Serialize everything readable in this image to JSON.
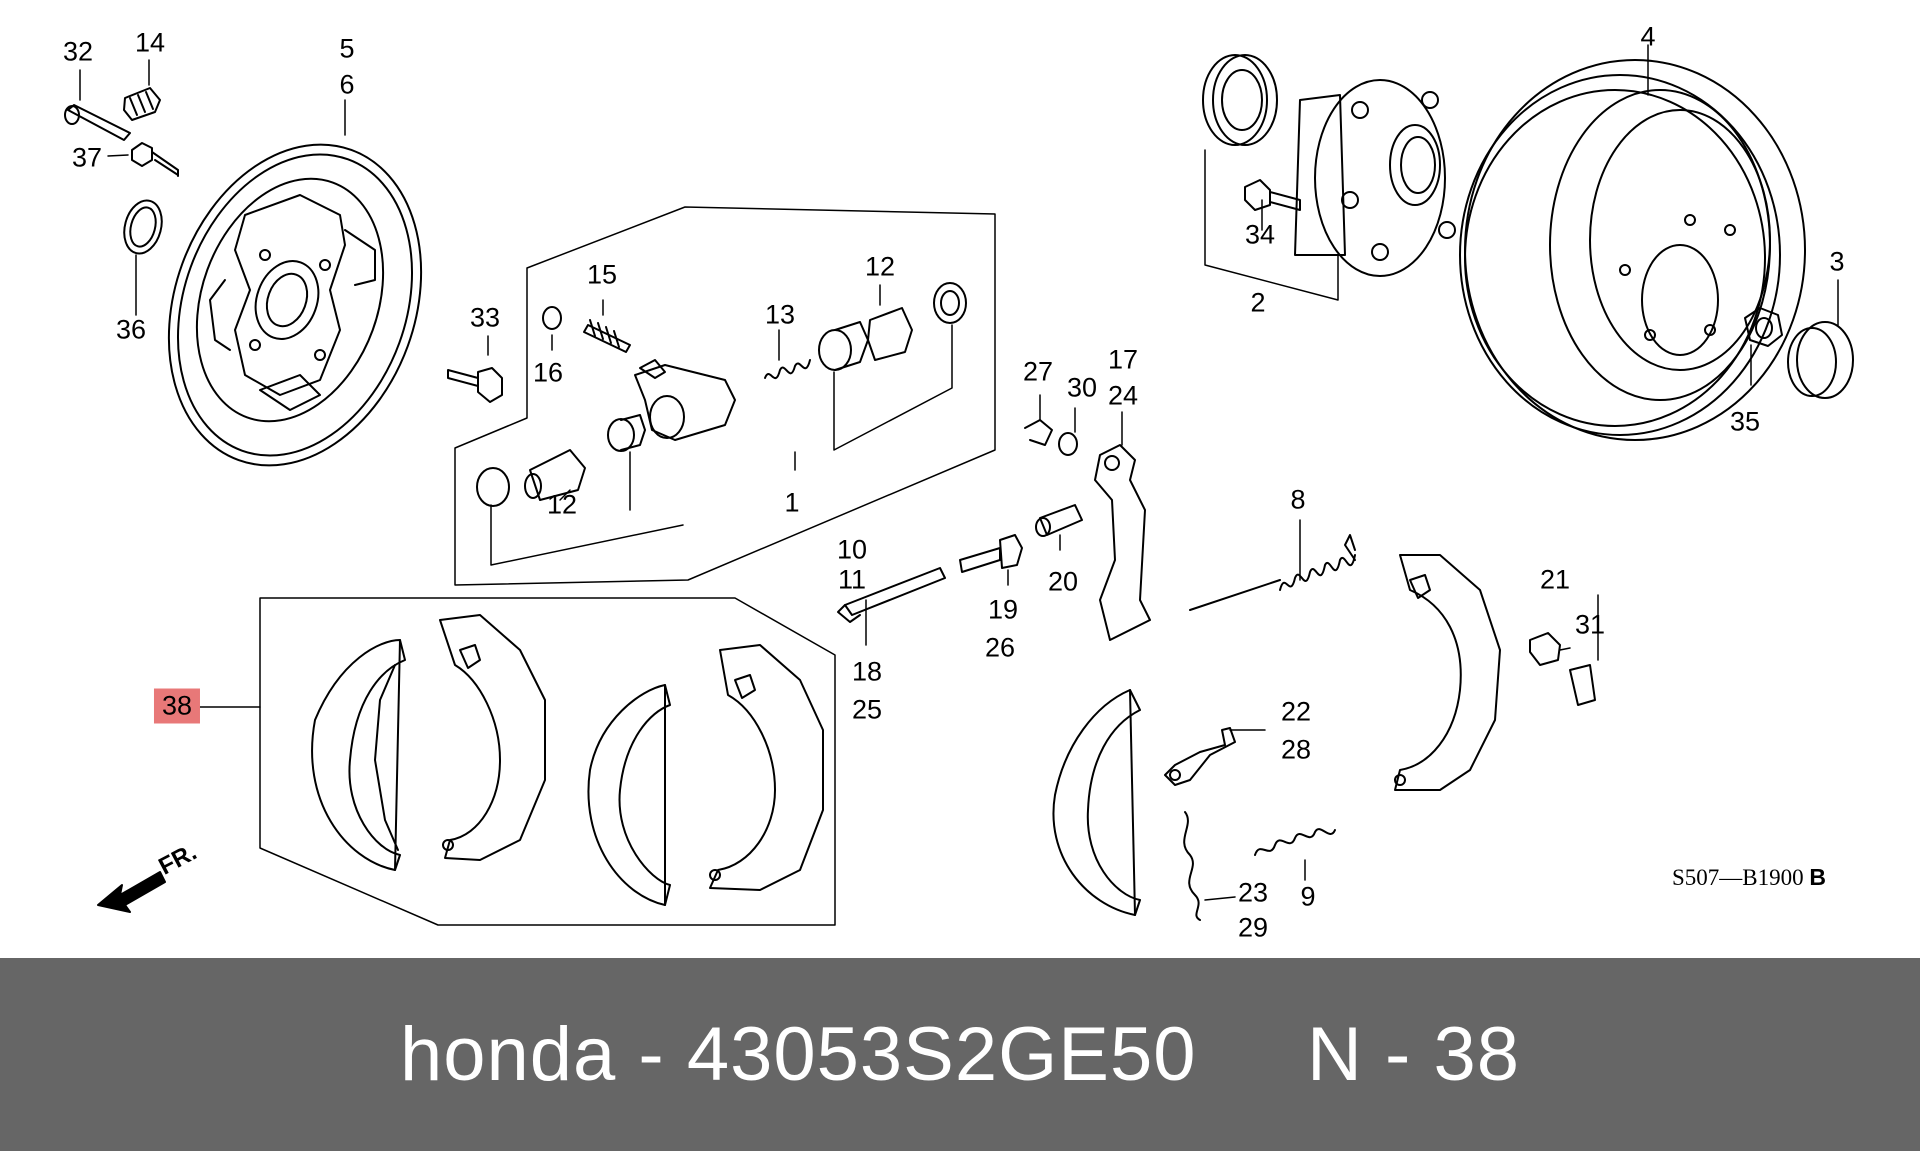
{
  "diagram": {
    "callouts": [
      {
        "id": "c32",
        "label": "32"
      },
      {
        "id": "c14",
        "label": "14"
      },
      {
        "id": "c5",
        "label": "5"
      },
      {
        "id": "c6",
        "label": "6"
      },
      {
        "id": "c37",
        "label": "37"
      },
      {
        "id": "c36",
        "label": "36"
      },
      {
        "id": "c15",
        "label": "15"
      },
      {
        "id": "c12a",
        "label": "12"
      },
      {
        "id": "c33",
        "label": "33"
      },
      {
        "id": "c16",
        "label": "16"
      },
      {
        "id": "c13",
        "label": "13"
      },
      {
        "id": "c12b",
        "label": "12"
      },
      {
        "id": "c1",
        "label": "1"
      },
      {
        "id": "c10",
        "label": "10"
      },
      {
        "id": "c11",
        "label": "11"
      },
      {
        "id": "c18",
        "label": "18"
      },
      {
        "id": "c25",
        "label": "25"
      },
      {
        "id": "c19",
        "label": "19"
      },
      {
        "id": "c26",
        "label": "26"
      },
      {
        "id": "c20",
        "label": "20"
      },
      {
        "id": "c27",
        "label": "27"
      },
      {
        "id": "c30",
        "label": "30"
      },
      {
        "id": "c17",
        "label": "17"
      },
      {
        "id": "c24",
        "label": "24"
      },
      {
        "id": "c8",
        "label": "8"
      },
      {
        "id": "c4",
        "label": "4"
      },
      {
        "id": "c34",
        "label": "34"
      },
      {
        "id": "c2",
        "label": "2"
      },
      {
        "id": "c3",
        "label": "3"
      },
      {
        "id": "c35",
        "label": "35"
      },
      {
        "id": "c21",
        "label": "21"
      },
      {
        "id": "c31",
        "label": "31"
      },
      {
        "id": "c22",
        "label": "22"
      },
      {
        "id": "c28",
        "label": "28"
      },
      {
        "id": "c23",
        "label": "23"
      },
      {
        "id": "c29",
        "label": "29"
      },
      {
        "id": "c9",
        "label": "9"
      },
      {
        "id": "c38",
        "label": "38"
      }
    ],
    "front_marker": "FR.",
    "diagram_code": "S507—B1900",
    "diagram_code_suffix": "B"
  },
  "caption": {
    "text": "honda - 43053S2GE50     N - 38"
  },
  "colors": {
    "highlight": "#e87878",
    "caption_bg": "#666666",
    "caption_fg": "#ffffff"
  }
}
